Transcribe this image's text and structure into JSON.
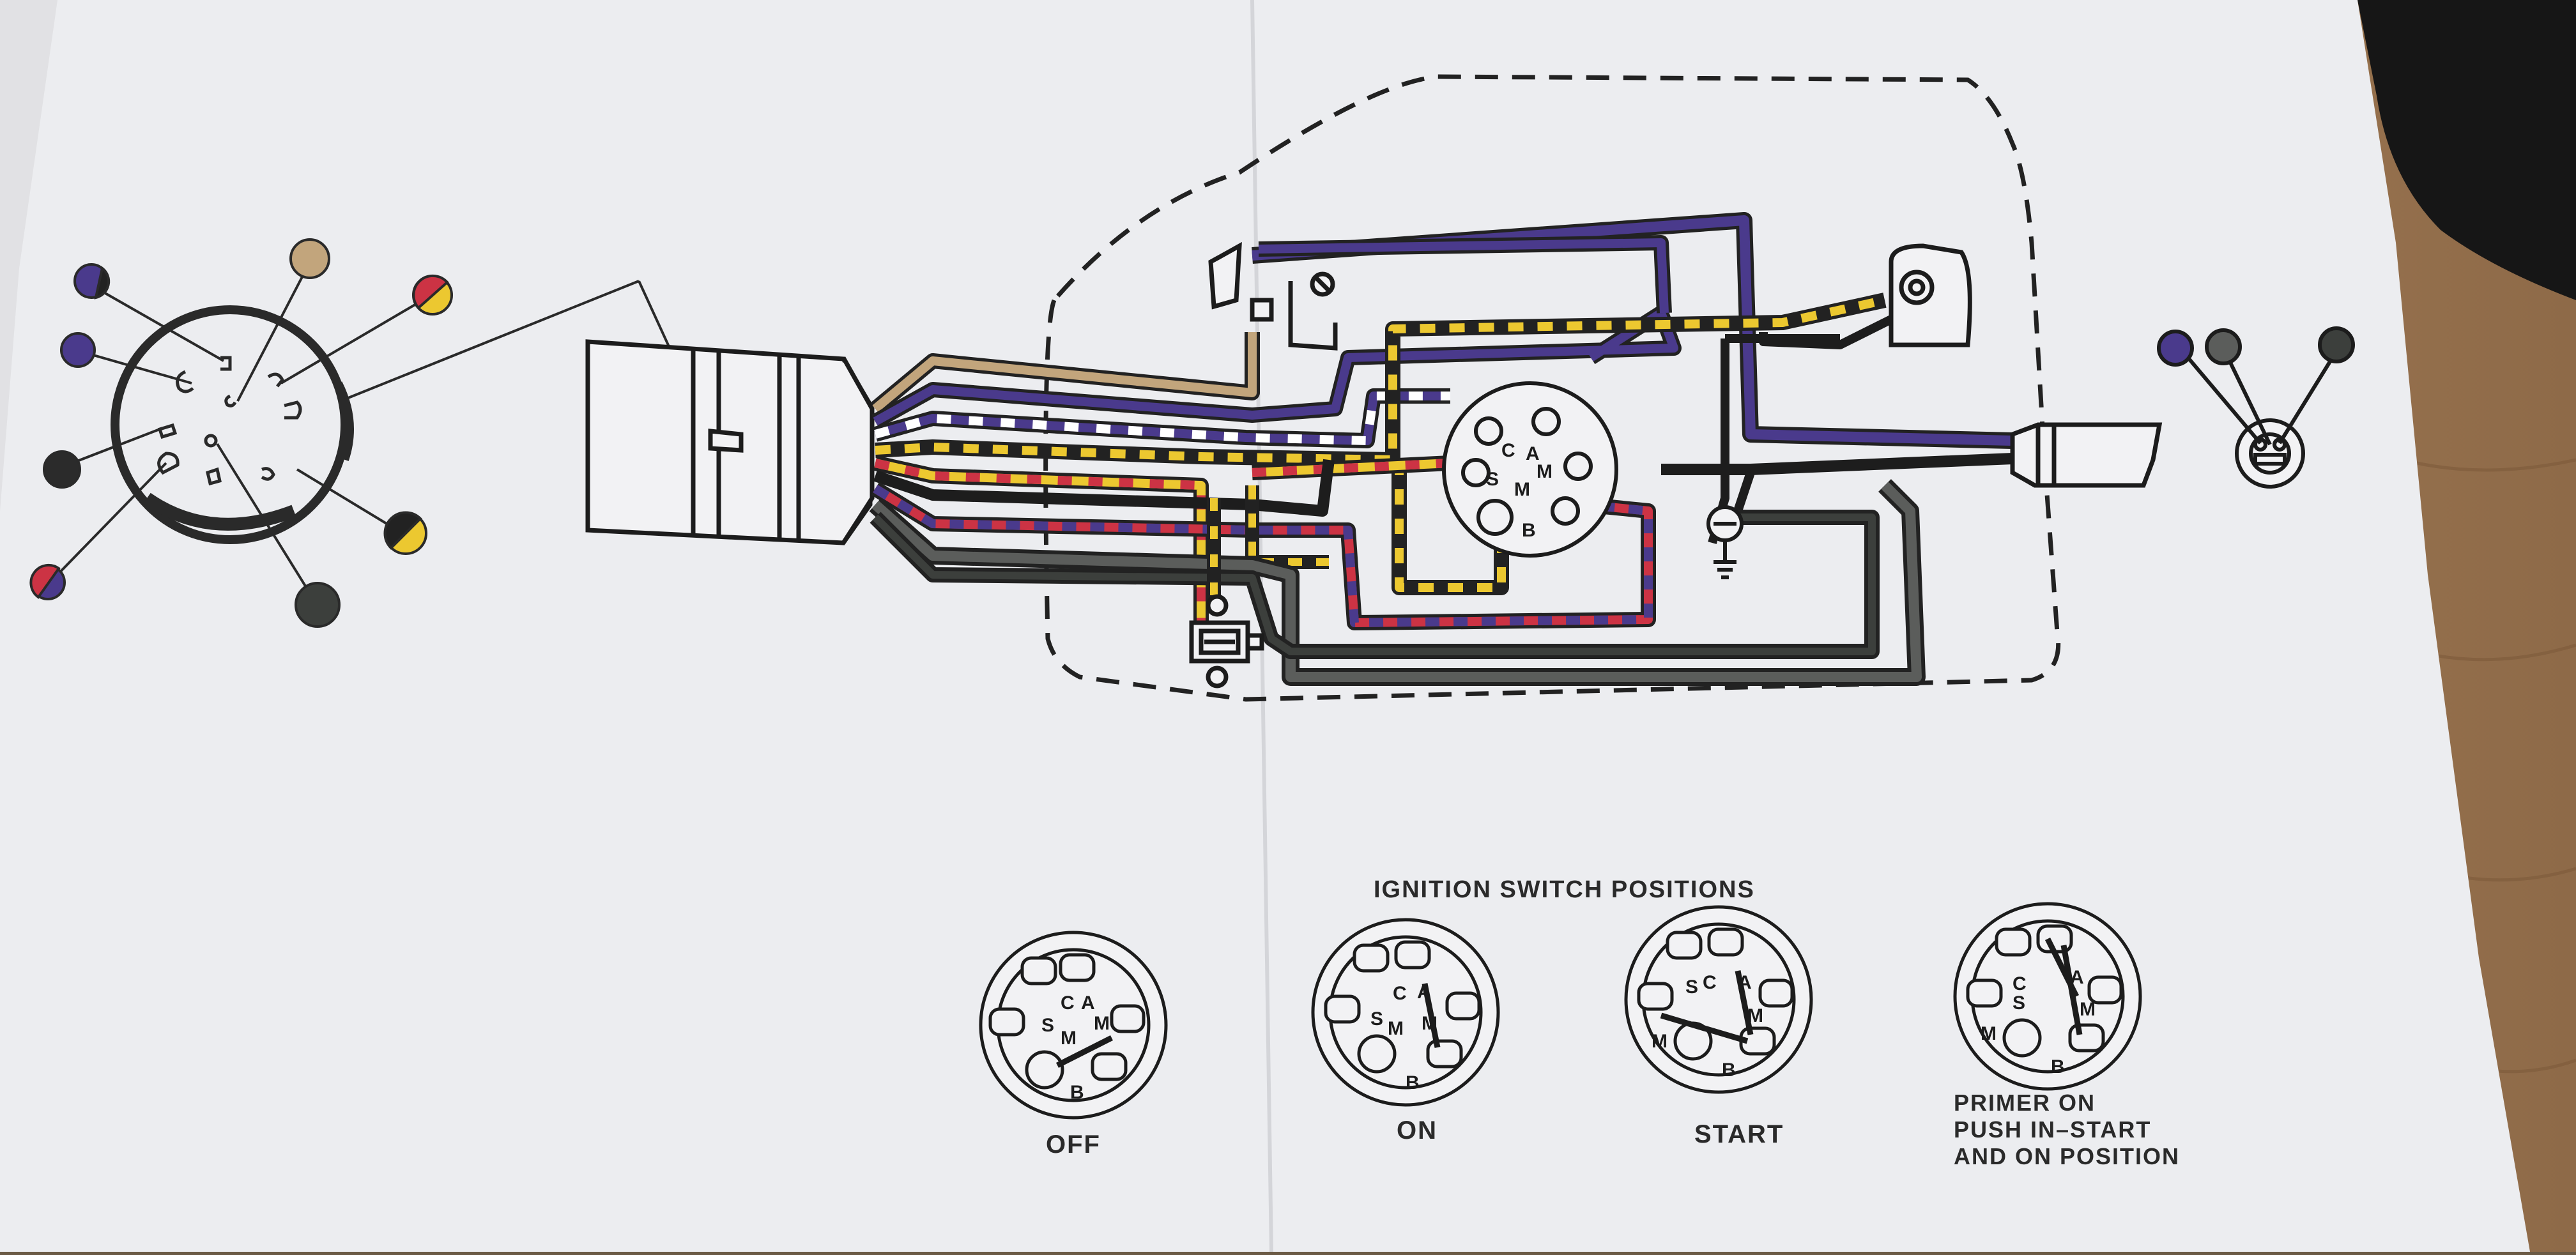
{
  "diagram": {
    "switch_positions_title": "IGNITION SWITCH POSITIONS",
    "terminal_letters": [
      "C",
      "A",
      "S",
      "M",
      "M",
      "B"
    ],
    "positions": [
      {
        "label": "OFF"
      },
      {
        "label": "ON"
      },
      {
        "label": "START"
      },
      {
        "label_lines": [
          "PRIMER ON",
          "PUSH IN–START",
          "AND ON POSITION"
        ]
      }
    ]
  },
  "colors": {
    "paper": "#ecedf0",
    "purple": "#4a3a8c",
    "black": "#2b2b2b",
    "yellow": "#ecc830",
    "red": "#cc3344",
    "tan": "#c2a57c",
    "gray": "#5b5d5b",
    "dark_gray": "#3c3f3c",
    "table_wood": "#a98259"
  },
  "connector_pin_colors": [
    "purple-black",
    "tan",
    "yellow-red",
    "purple",
    "black",
    "yellow-black",
    "red-purple",
    "dark-gray"
  ],
  "plug_pin_colors": [
    "purple",
    "gray",
    "dark-gray"
  ]
}
